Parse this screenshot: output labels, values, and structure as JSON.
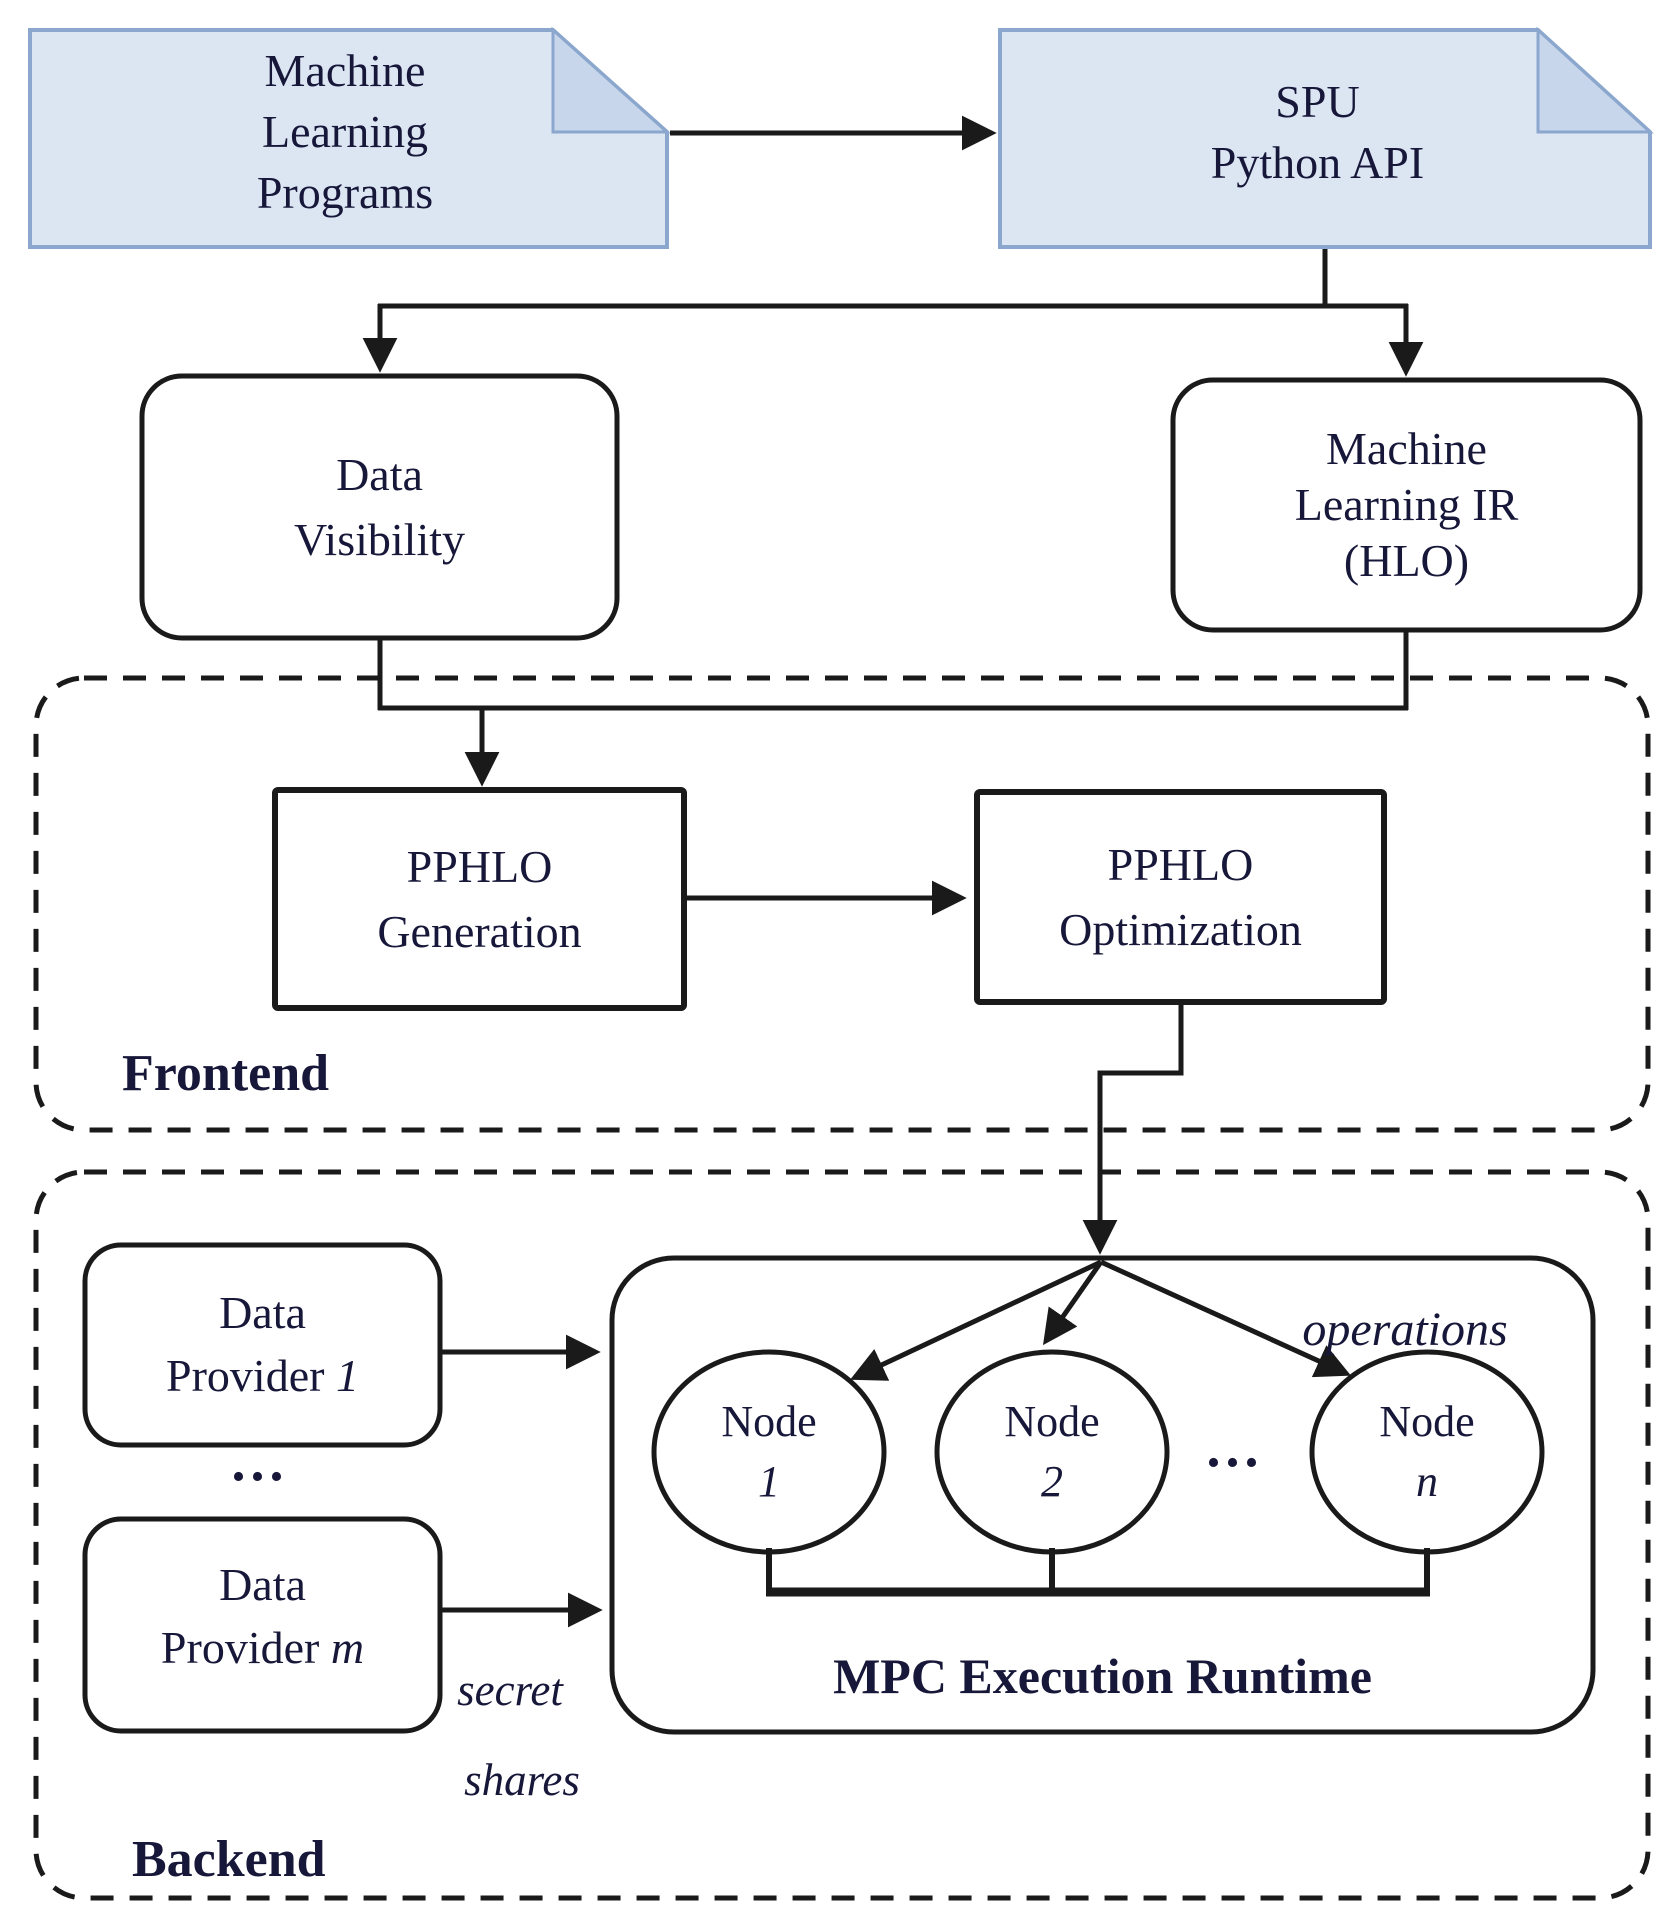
{
  "colors": {
    "doc_fill": "#dce6f3",
    "doc_border": "#8ba7cd",
    "doc_flap": "#c7d6ea",
    "line": "#1a1a1a",
    "text": "#17173a",
    "box_bg": "#ffffff"
  },
  "docs": {
    "ml_programs": {
      "lines": [
        "Machine",
        "Learning",
        "Programs"
      ]
    },
    "spu_api": {
      "lines": [
        "SPU",
        "Python API"
      ]
    }
  },
  "boxes": {
    "data_visibility": {
      "lines": [
        "Data",
        "Visibility"
      ]
    },
    "ml_ir": {
      "lines": [
        "Machine",
        "Learning IR",
        "(HLO)"
      ]
    },
    "pphlo_generation": {
      "lines": [
        "PPHLO",
        "Generation"
      ]
    },
    "pphlo_optimization": {
      "lines": [
        "PPHLO",
        "Optimization"
      ]
    }
  },
  "frontend": {
    "label": "Frontend"
  },
  "backend": {
    "label": "Backend",
    "provider_1": {
      "line1": "Data",
      "line2": "Provider",
      "var": "1"
    },
    "provider_m": {
      "line1": "Data",
      "line2": "Provider",
      "var": "m"
    },
    "providers_ellipsis": "...",
    "secret_shares": {
      "line1": "secret",
      "line2": "shares"
    },
    "mpc": {
      "label": "MPC Execution Runtime",
      "operations": "operations",
      "nodes": [
        {
          "line1": "Node",
          "var": "1"
        },
        {
          "line1": "Node",
          "var": "2"
        },
        {
          "line1": "Node",
          "var": "n"
        }
      ],
      "nodes_ellipsis": "..."
    }
  }
}
